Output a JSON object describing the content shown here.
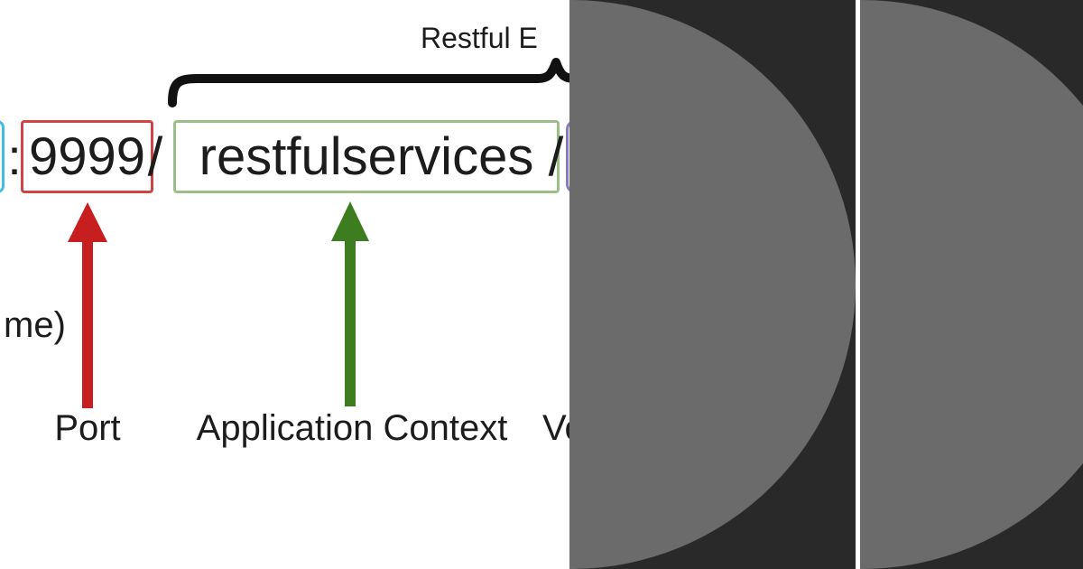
{
  "diagram": {
    "url": {
      "colon": ":",
      "port": "9999",
      "slash_after_port": "/",
      "app_context": "restfulservices",
      "slash_after_context": "/"
    },
    "labels": {
      "endpoint_fragment": "Restful E",
      "host_fragment": "me)",
      "port": "Port",
      "app_context": "Application Context",
      "version_fragment": "Ve"
    }
  },
  "colors": {
    "page_bg": "#ffffff",
    "text": "#1c1c1c",
    "brace": "#111111",
    "cyan_box": "#41bce4",
    "red_box": "#cf4444",
    "red_arrow": "#c71f1f",
    "green_box": "#9cbe88",
    "green_arrow": "#3e7d1f",
    "purple_box": "#8a7ac2",
    "panel_bg": "#292929",
    "panel_circle": "#6b6b6b"
  }
}
